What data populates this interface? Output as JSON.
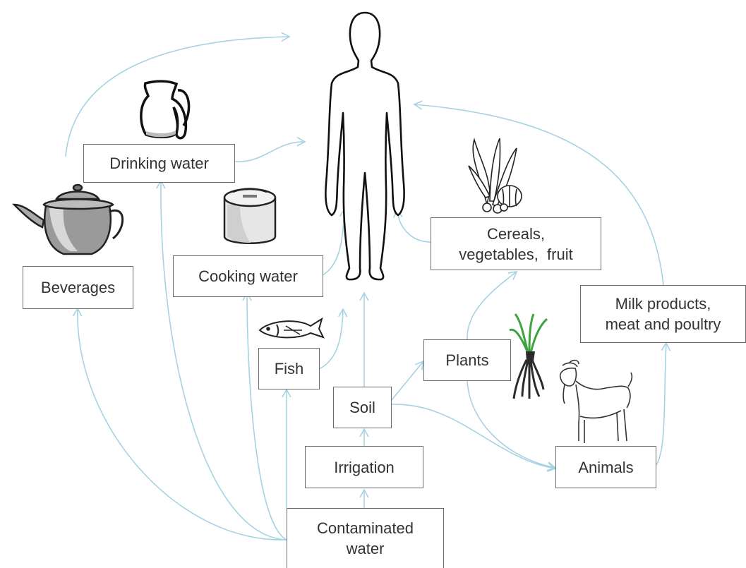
{
  "nodes": {
    "drinking_water": [
      "Drinking water"
    ],
    "beverages": [
      "Beverages"
    ],
    "cooking_water": [
      "Cooking water"
    ],
    "cereals": [
      "Cereals,",
      "vegetables,  fruit"
    ],
    "milk": [
      "Milk products,",
      "meat and poultry"
    ],
    "fish": [
      "Fish"
    ],
    "plants": [
      "Plants"
    ],
    "soil": [
      "Soil"
    ],
    "irrigation": [
      "Irrigation"
    ],
    "animals": [
      "Animals"
    ],
    "contaminated": [
      "Contaminated",
      "water"
    ]
  },
  "icons": [
    "human-figure-icon",
    "jug-icon",
    "teapot-icon",
    "cooking-pot-icon",
    "fish-icon",
    "vegetables-icon",
    "plant-seedling-icon",
    "goat-icon"
  ],
  "colors": {
    "arrow": "#a6d3e3",
    "border": "#6b6b6b",
    "text": "#333333"
  }
}
